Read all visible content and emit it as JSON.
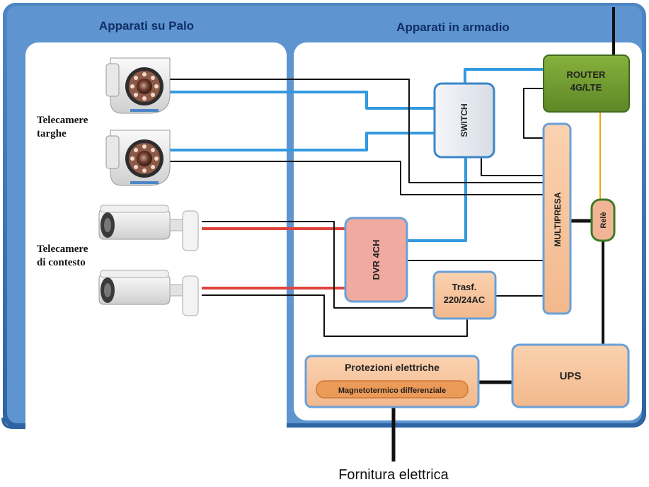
{
  "panels": {
    "left_title": "Apparati su Palo",
    "right_title": "Apparati in armadio"
  },
  "labels": {
    "telecamere_targhe": [
      "Telecamere",
      "targhe"
    ],
    "telecamere_contesto": [
      "Telecamere",
      "di contesto"
    ]
  },
  "devices": {
    "router": [
      "ROUTER",
      "4G/LTE"
    ],
    "switch": "SWITCH",
    "multipresa": "MULTIPRESA",
    "rele": "Relè",
    "dvr": "DVR 4CH",
    "trasf": [
      "Trasf.",
      "220/24AC"
    ],
    "ups": "UPS",
    "protezioni_title": "Protezioni elettriche",
    "protezioni_sub": "Magnetotermico differenziale"
  },
  "footer": "Fornitura elettrica",
  "colors": {
    "frame_blue": "#2e5f97",
    "panel_bg": "#ffffff",
    "network_cable": "#3399e0",
    "video_cable": "#e0443a",
    "power_cable": "#111111",
    "relay_signal": "#f0a800",
    "router_green": "#6f9a2e",
    "peach": "#f6c39b",
    "dvr_pink": "#f0aaa0",
    "switch_gray": "#e4e8ee"
  },
  "icons": [
    "dome-camera-icon",
    "bullet-camera-icon"
  ]
}
